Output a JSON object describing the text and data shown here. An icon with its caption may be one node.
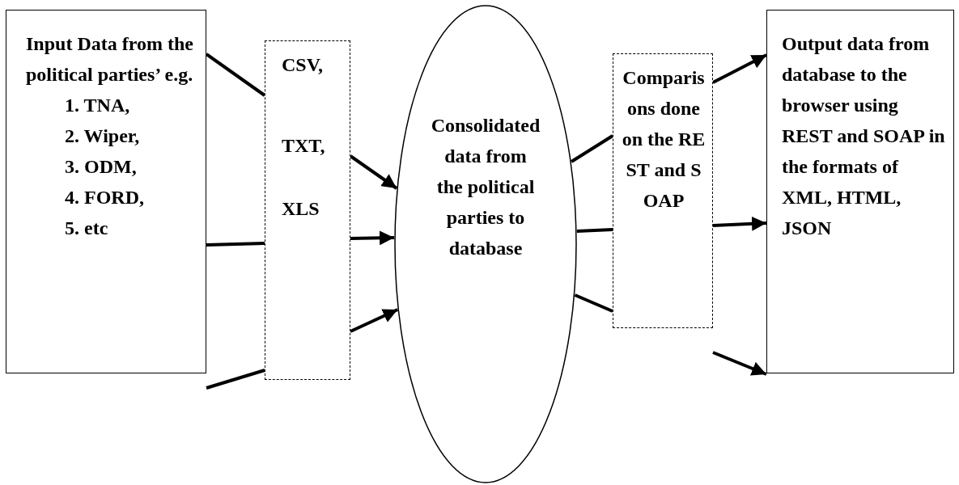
{
  "diagram": {
    "nodes": [
      {
        "text": [
          "Input Data from the political parties’ e.g.",
          "1. TNA,",
          "2. Wiper,",
          "3. ODM,",
          "4. FORD,",
          "5. etc"
        ]
      },
      {
        "text": [
          "CSV,",
          "TXT,",
          "XLS"
        ]
      },
      {
        "text": [
          "Consolidated data from the political parties to database"
        ]
      },
      {
        "text": [
          "Comparisons done on the REST and SOAP"
        ]
      },
      {
        "text": [
          "Output data from database to the browser using REST and SOAP in the formats of XML, HTML, JSON"
        ]
      }
    ],
    "edges": [
      {
        "from": 0,
        "to": 1,
        "arrow": "none"
      },
      {
        "from": 0,
        "to": 1,
        "arrow": "none"
      },
      {
        "from": 0,
        "to": 1,
        "arrow": "none"
      },
      {
        "from": 1,
        "to": 2,
        "arrow": "to"
      },
      {
        "from": 1,
        "to": 2,
        "arrow": "to"
      },
      {
        "from": 1,
        "to": 2,
        "arrow": "to"
      },
      {
        "from": 2,
        "to": 3,
        "arrow": "none"
      },
      {
        "from": 2,
        "to": 3,
        "arrow": "none"
      },
      {
        "from": 2,
        "to": 3,
        "arrow": "none"
      },
      {
        "from": 3,
        "to": 4,
        "arrow": "to"
      },
      {
        "from": 3,
        "to": 4,
        "arrow": "to"
      },
      {
        "from": 3,
        "to": 4,
        "arrow": "to"
      }
    ]
  }
}
